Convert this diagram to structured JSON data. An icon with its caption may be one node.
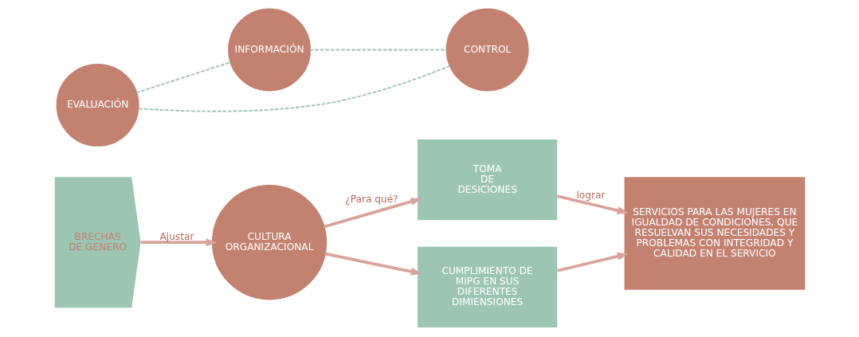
{
  "diagram": {
    "nodes": [
      {
        "text": [
          "BRECHAS DE GENERO"
        ]
      },
      {
        "text": [
          "INFORMACIÓN"
        ]
      },
      {
        "text": [
          "CULTURA ORGANIZACIONAL"
        ]
      },
      {
        "text": [
          "EVALUACIÓN"
        ]
      },
      {
        "text": [
          "CONTROL"
        ]
      },
      {
        "text": [
          "TOMA DE DESICIONES"
        ]
      },
      {
        "text": [
          "CUMPLIMIENTO DE MIPG EN SUS DIFERENTES DIMIENSIONES"
        ]
      },
      {
        "text": [
          "SERVICIOS PARA LAS MUJERES EN IGUALDAD DE CONDICIONES, QUE RESUELVAN SUS NECESIDADES Y PROBLEMAS CON INTEGRIDAD Y CALIDAD EN EL SERVICIO"
        ]
      }
    ],
    "edges": [
      {
        "from": 0,
        "to": 2,
        "arrow": "to",
        "label": "Ajustar"
      },
      {
        "from": 1,
        "to": 4,
        "arrow": "none",
        "style": "dashed",
        "color": "#9cc5b3"
      },
      {
        "from": 4,
        "to": 3,
        "arrow": "none",
        "style": "dashed",
        "color": "#9cc5b3"
      },
      {
        "from": 3,
        "to": 1,
        "arrow": "none",
        "style": "dashed",
        "color": "#9cc5b3"
      },
      {
        "from": 2,
        "to": 5,
        "arrow": "to",
        "label": "¿Para qué?"
      },
      {
        "from": 2,
        "to": 6,
        "arrow": "to"
      },
      {
        "from": 5,
        "to": 7,
        "arrow": "to",
        "label": "lograr"
      },
      {
        "from": 6,
        "to": 7,
        "arrow": "to"
      }
    ]
  }
}
